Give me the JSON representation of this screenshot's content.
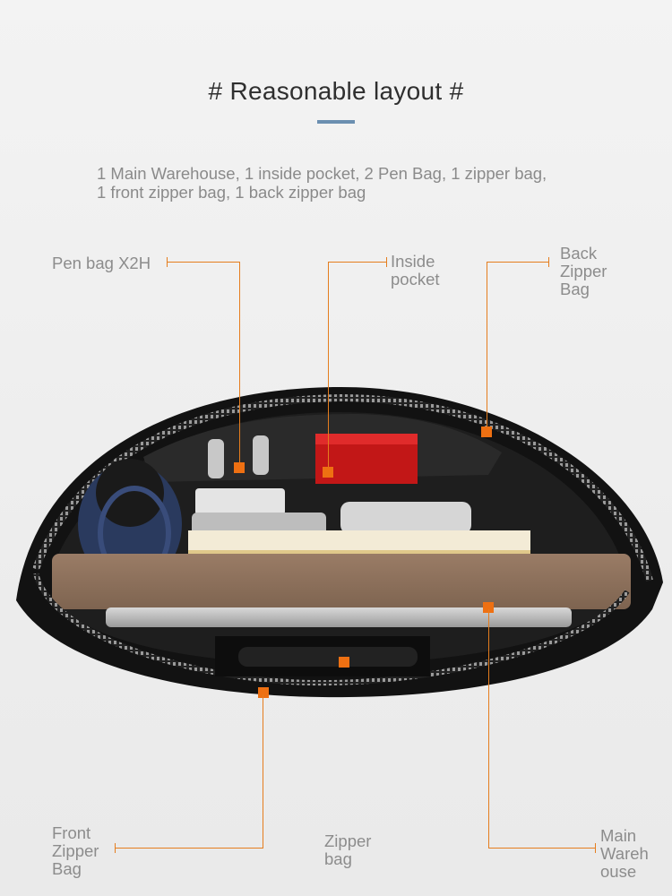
{
  "heading": {
    "title": "# Reasonable layout #"
  },
  "description": {
    "line1": "1 Main Warehouse, 1 inside pocket, 2 Pen Bag, 1 zipper bag,",
    "line2": "1 front zipper bag, 1 back zipper bag"
  },
  "callouts": {
    "pen_bag": "Pen bag X2H",
    "inside_pocket": [
      "Inside",
      "pocket"
    ],
    "back_zipper_bag": [
      "Back",
      "Zipper",
      "Bag"
    ],
    "front_zipper_bag": [
      "Front",
      "Zipper",
      "Bag"
    ],
    "zipper_bag": [
      "Zipper",
      "bag"
    ],
    "main_warehouse": [
      "Main",
      "Wareh",
      "ouse"
    ]
  },
  "colors": {
    "accent": "#ee7012",
    "title_bar": "#6b8fb0"
  },
  "photo": {
    "subject": "open-black-zippered-bag-icon"
  }
}
